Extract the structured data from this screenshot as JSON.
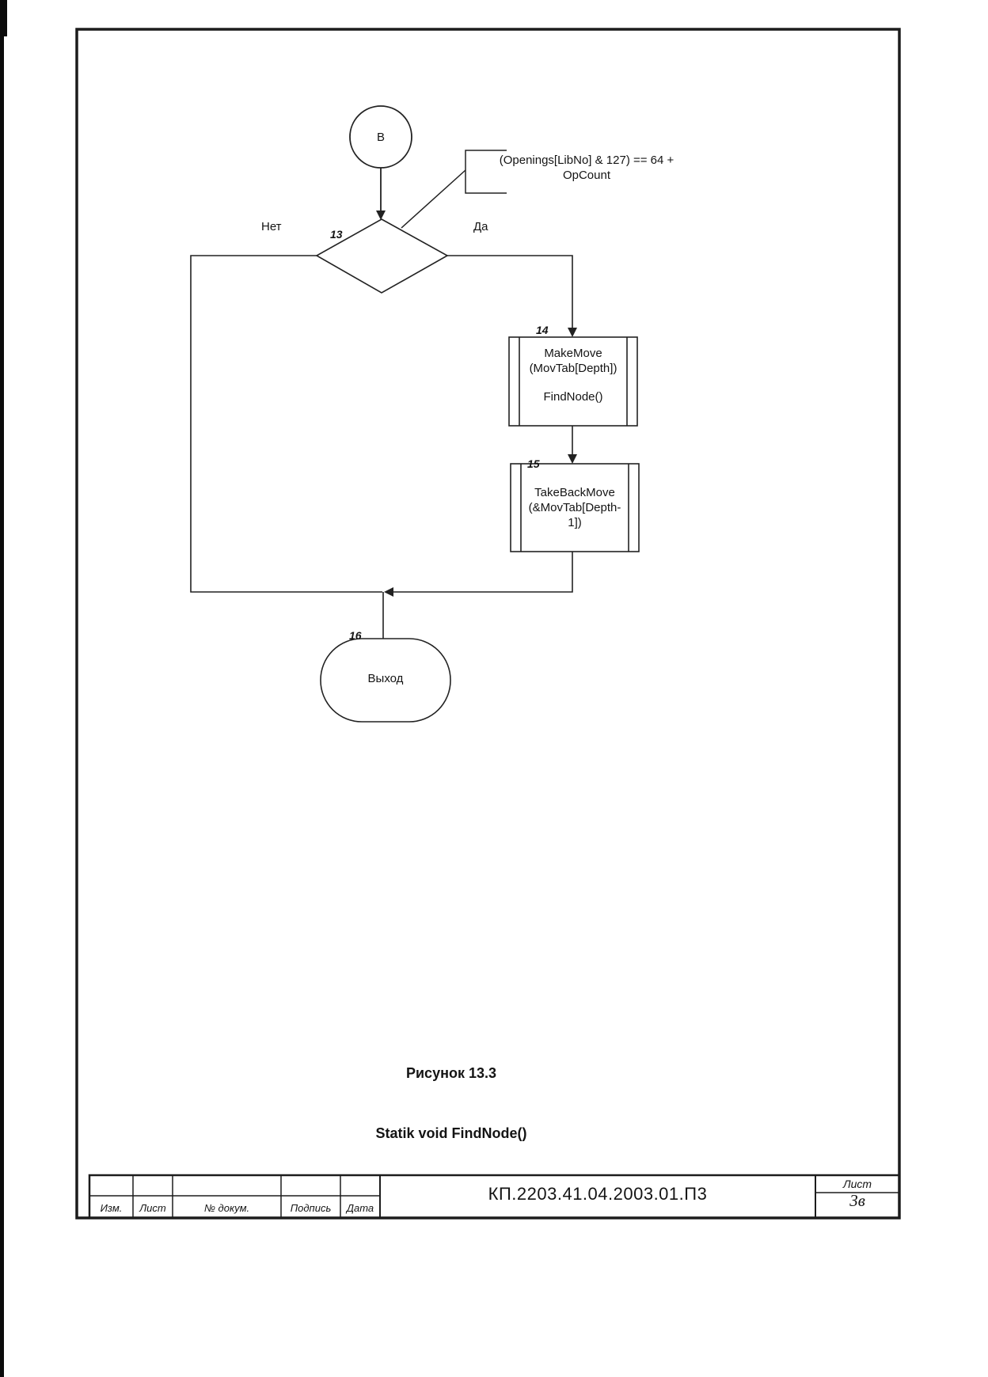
{
  "flowchart": {
    "connector_b": {
      "label": "В"
    },
    "annotation": {
      "line1": "(Openings[LibNo] & 127) == 64 +",
      "line2": "OpCount"
    },
    "decision13": {
      "number": "13",
      "no_label": "Нет",
      "yes_label": "Да"
    },
    "process14": {
      "number": "14",
      "line1": "MakeMove",
      "line2": "(MovTab[Depth])",
      "line3": "FindNode()"
    },
    "process15": {
      "number": "15",
      "line1": "TakeBackMove",
      "line2": "(&MovTab[Depth-",
      "line3": "1])"
    },
    "terminator16": {
      "number": "16",
      "label": "Выход"
    }
  },
  "caption": {
    "figure": "Рисунок 13.3",
    "subtitle": "Statik void FindNode()"
  },
  "title_block": {
    "doc_code": "КП.2203.41.04.2003.01.П3",
    "col_izm": "Изм.",
    "col_list": "Лист",
    "col_docnum": "№ докум.",
    "col_podpis": "Подпись",
    "col_data": "Дата",
    "sheet_label": "Лист",
    "sheet_value": "3в"
  }
}
